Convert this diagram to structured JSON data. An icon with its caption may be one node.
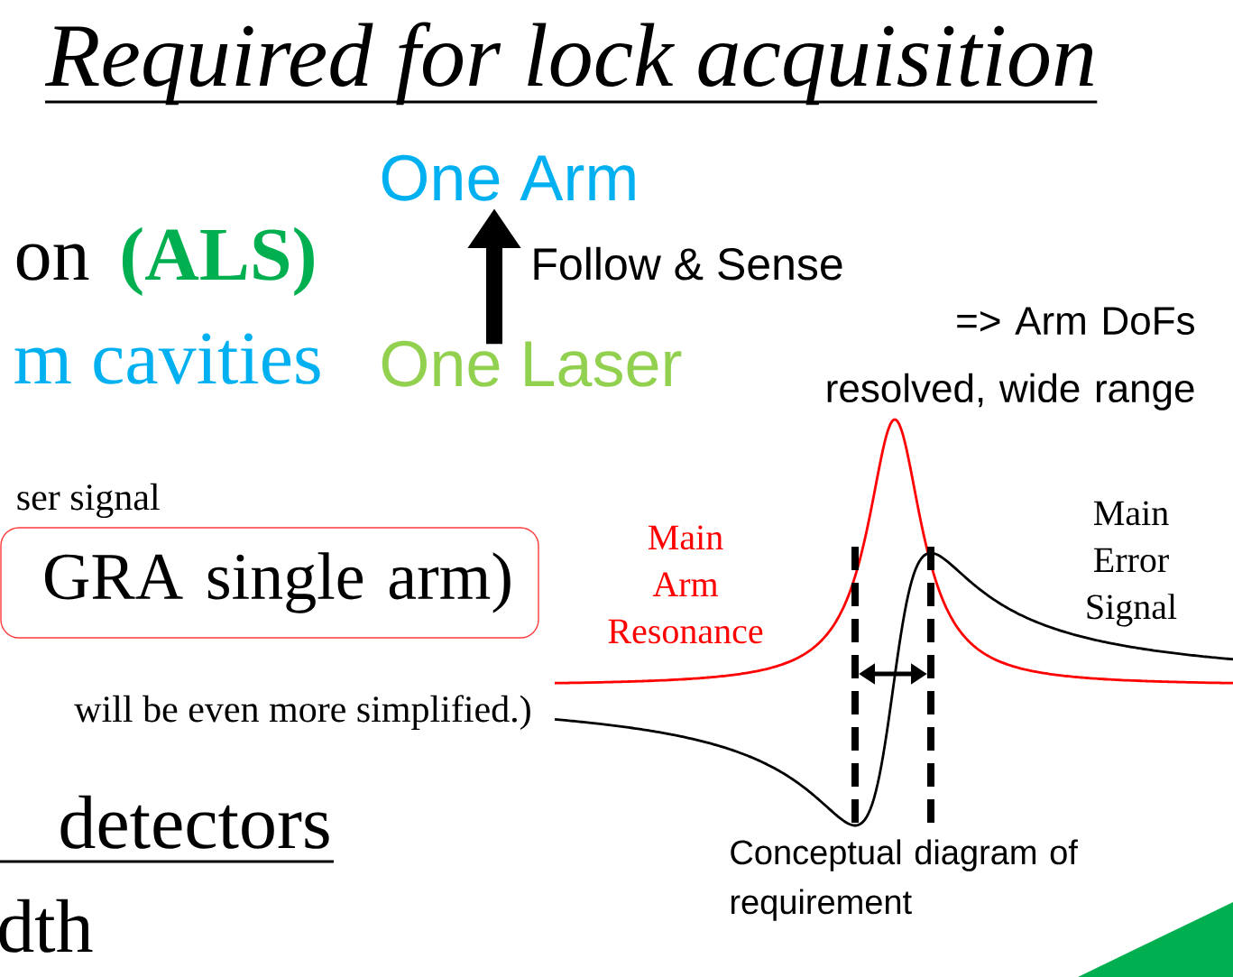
{
  "diagram": {
    "title": "Required for lock acquisition",
    "nodes": [
      {
        "text": [
          "One Laser"
        ]
      },
      {
        "text": [
          "One Arm"
        ]
      },
      {
        "text": [
          "GRA single arm)"
        ]
      }
    ],
    "edges": [
      {
        "from": 0,
        "to": 1,
        "arrow": "to",
        "label": "Follow & Sense"
      }
    ],
    "labels": [
      "on",
      "(ALS)",
      "m cavities",
      "=> Arm DoFs resolved, wide range",
      "ser signal",
      "will be even more simplified.)",
      "Main Arm Resonance",
      "Main Error Signal",
      "detectors",
      "Conceptual diagram of requirement",
      "dth"
    ]
  }
}
